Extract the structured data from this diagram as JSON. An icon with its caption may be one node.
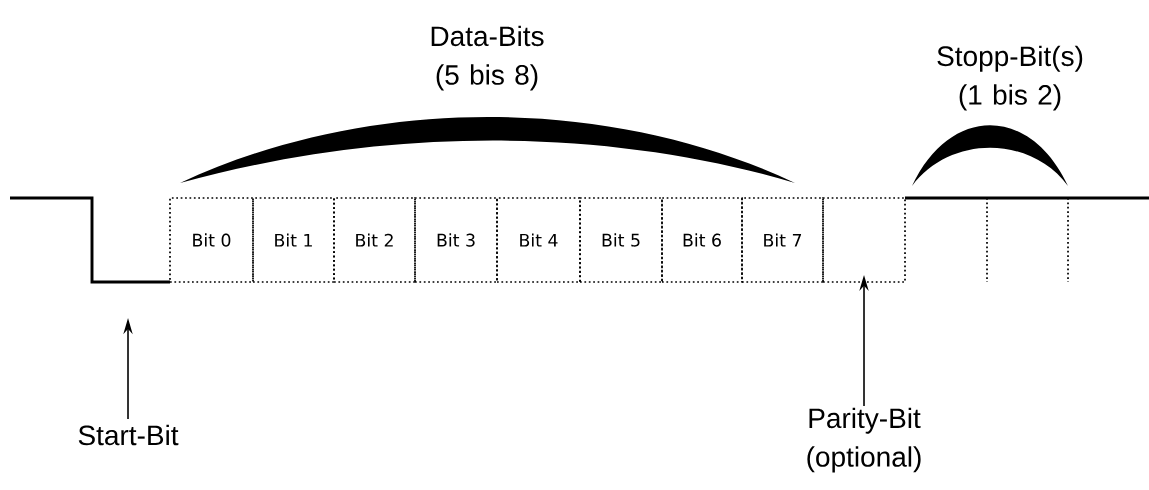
{
  "diagram": {
    "nodes": [
      {
        "text": [
          "Bit 0"
        ]
      },
      {
        "text": [
          "Bit 1"
        ]
      },
      {
        "text": [
          "Bit 2"
        ]
      },
      {
        "text": [
          "Bit 3"
        ]
      },
      {
        "text": [
          "Bit 4"
        ]
      },
      {
        "text": [
          "Bit 5"
        ]
      },
      {
        "text": [
          "Bit 6"
        ]
      },
      {
        "text": [
          "Bit 7"
        ]
      },
      {
        "text": [],
        "shape": "box"
      },
      {
        "text": [
          "Start-Bit"
        ]
      },
      {
        "text": [
          "Parity-Bit (optional)"
        ]
      }
    ],
    "edges": [
      {
        "from": 9,
        "to": null,
        "arrow": "to"
      },
      {
        "from": 10,
        "to": 8,
        "arrow": "to"
      }
    ],
    "labels": [
      "Data-Bits (5 bis 8)",
      "Stopp-Bit(s) (1 bis 2)"
    ]
  }
}
